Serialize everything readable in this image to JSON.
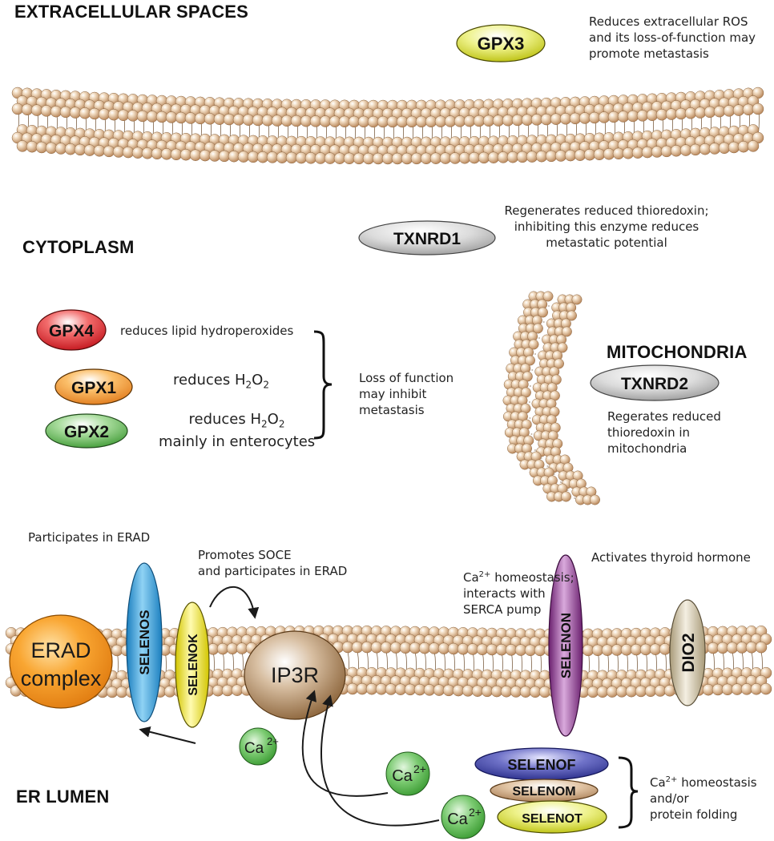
{
  "sections": {
    "extracellular": "EXTRACELLULAR SPACES",
    "cytoplasm": "CYTOPLASM",
    "mitochondria": "MITOCHONDRIA",
    "er_lumen": "ER LUMEN"
  },
  "proteins": {
    "gpx3": "GPX3",
    "txnrd1": "TXNRD1",
    "txnrd2": "TXNRD2",
    "gpx4": "GPX4",
    "gpx1": "GPX1",
    "gpx2": "GPX2",
    "selenos": "SELENOS",
    "selenok": "SELENOK",
    "selenon": "SELENON",
    "dio2": "DIO2",
    "selenof": "SELENOF",
    "selenom": "SELENOM",
    "selenot": "SELENOT",
    "erad_line1": "ERAD",
    "erad_line2": "complex",
    "ip3r": "IP3R",
    "ca_label": "Ca",
    "ca_charge": "2+"
  },
  "notes": {
    "gpx3": [
      "Reduces extracellular ROS",
      "and its loss-of-function may",
      "promote metastasis"
    ],
    "txnrd1": [
      "Regenerates reduced thioredoxin;",
      "inhibiting this enzyme reduces",
      "metastatic potential"
    ],
    "gpx4": "reduces lipid hydroperoxides",
    "gpx1_prefix": "reduces H",
    "gpx1_sub1": "2",
    "gpx1_mid": "O",
    "gpx1_sub2": "2",
    "gpx2_prefix": "reduces H",
    "gpx2_sub1": "2",
    "gpx2_mid": "O",
    "gpx2_sub2": "2",
    "gpx2_line2": "mainly in enterocytes",
    "loss": [
      "Loss of function",
      "may inhibit",
      "metastasis"
    ],
    "txnrd2": [
      "Regerates reduced",
      "thioredoxin in",
      "mitochondria"
    ],
    "erad": "Participates in ERAD",
    "soce": [
      "Promotes SOCE",
      "and participates in ERAD"
    ],
    "selenon_ca": "Ca",
    "selenon_sup": "2+",
    "selenon_rest": " homeostasis;",
    "selenon_l2": "interacts with",
    "selenon_l3": "SERCA pump",
    "dio2": "Activates thyroid hormone",
    "fold_ca": "Ca",
    "fold_sup": "2+",
    "fold_rest": " homeostasis",
    "fold_l2": "and/or",
    "fold_l3": "protein folding"
  },
  "colors": {
    "bead_light": "#f3dfc6",
    "bead_dark": "#b9875a",
    "gpx3": "#d9e021",
    "gpx4": "#e0201b",
    "gpx1": "#f7931e",
    "gpx2": "#59b84a",
    "grey_enzyme": "#c9c9c9",
    "selenos": "#29a3dc",
    "selenok": "#f2e600",
    "selenon": "#8b2f8f",
    "dio2": "#d7ccb0",
    "selenof": "#2e3192",
    "selenom": "#c8a27c",
    "selenot": "#d9e021",
    "erad": "#f7931e",
    "ip3r": "#a67c52",
    "calcium": "#3aaa35"
  }
}
